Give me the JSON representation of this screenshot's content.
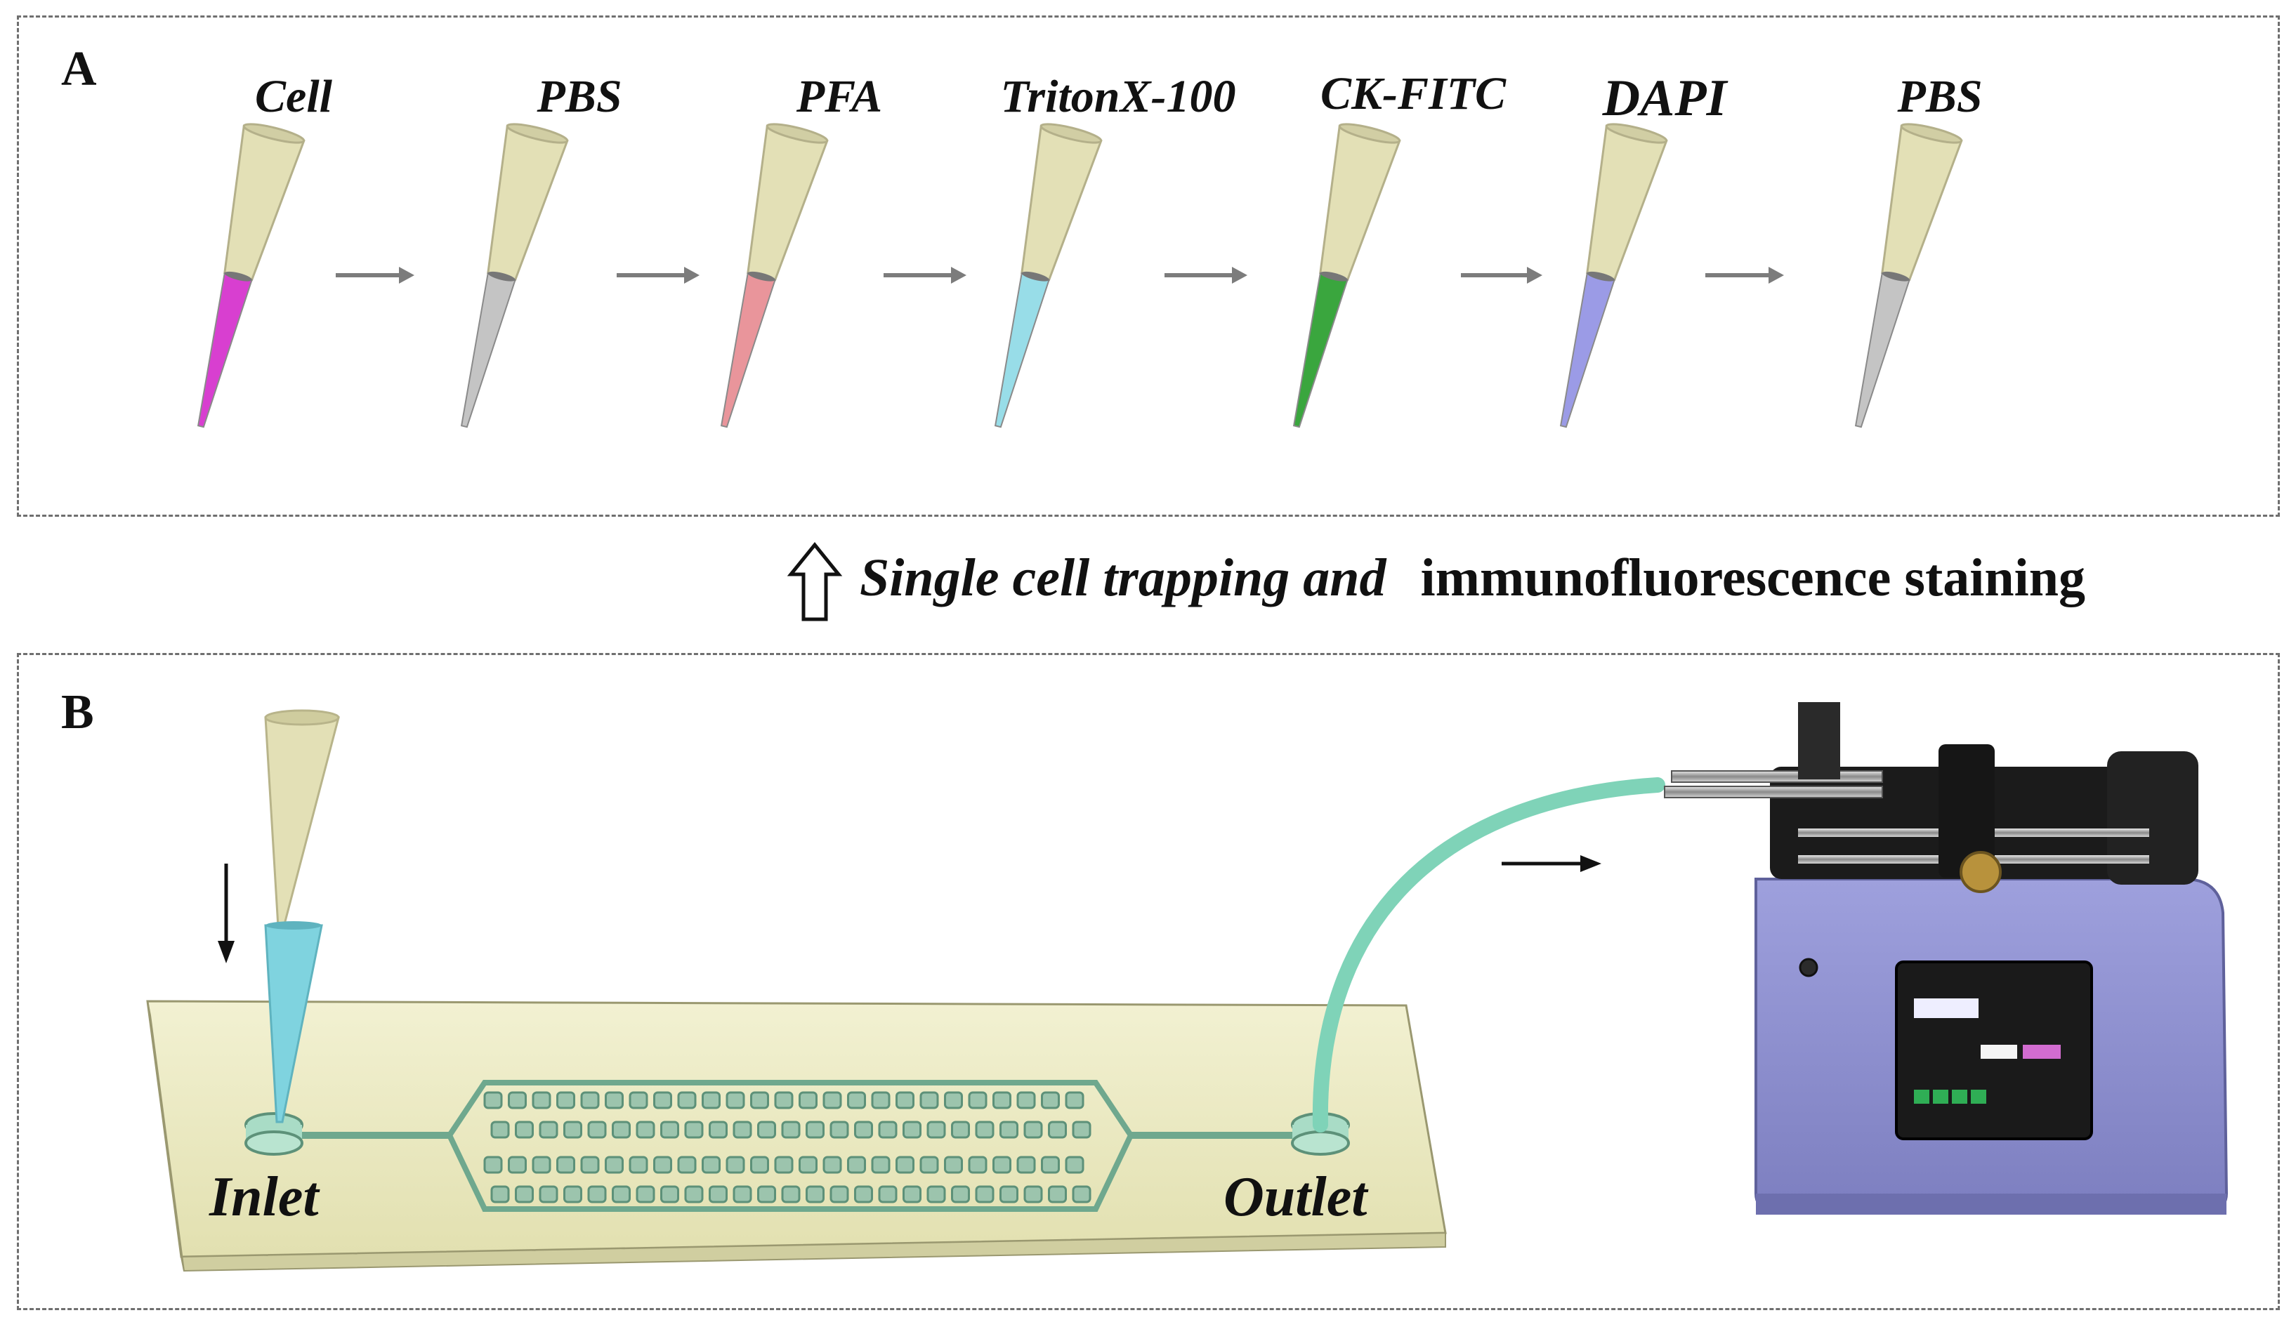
{
  "panel_a": {
    "letter": "A",
    "steps": [
      {
        "label": "Cell",
        "fluid_color": "#d83fd0"
      },
      {
        "label": "PBS",
        "fluid_color": "#c4c4c4"
      },
      {
        "label": "PFA",
        "fluid_color": "#e9959b"
      },
      {
        "label": "TritonX-100",
        "fluid_color": "#98dde8"
      },
      {
        "label": "CK-FITC",
        "fluid_color": "#3aa63e"
      },
      {
        "label": "DAPI",
        "fluid_color": "#9b9be6"
      },
      {
        "label": "PBS",
        "fluid_color": "#c4c4c4"
      }
    ],
    "tip_color": "#e3e0b6"
  },
  "caption": {
    "italic_part": "Single cell trapping and",
    "plain_part": "immunofluorescence staining"
  },
  "panel_b": {
    "letter": "B",
    "inlet_label": "Inlet",
    "outlet_label": "Outlet",
    "chip_color": "#ecebc3",
    "tube_color": "#7fd3b8",
    "pump_color": "#8d8fcf",
    "inlet_fluid_color": "#7fd3df"
  }
}
